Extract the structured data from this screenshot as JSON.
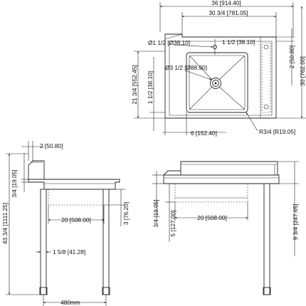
{
  "top_view": {
    "overall_width": "36 [914.40]",
    "sink_width": "30 3/4 [781.05]",
    "depth_left": "21 3/4 [552.45]",
    "depth_right": "30 [762.00]",
    "faucet_hole": "Ø1 1/2 [Ø38.10]",
    "faucet_offset": "1 1/2 [38.10]",
    "drain": "Ø3 1/2 [Ø88.90]",
    "front_edge": "1 1/2 [38.10]",
    "backsplash_depth": "2 [50.80]",
    "corner_radius": "R3/4 [R19.05]",
    "left_offset": "6 [152.40]"
  },
  "side_view": {
    "backsplash": "2 [50.80]",
    "rim": "3/4 [19.05]",
    "total_height": "43 3/4 [1111.25]",
    "bowl_width": "20 [508.00]",
    "bowl_depth": "3 [76.20]",
    "leg_diameter": "1 5/8 [41.28]",
    "leg_spacing": "480mm"
  },
  "front_view": {
    "rim": "3/4 [19.05]",
    "bowl_depth": "5 [127.00]",
    "bowl_width": "20 [508.00]",
    "backsplash_height": "9 3/4 [247.65]"
  }
}
